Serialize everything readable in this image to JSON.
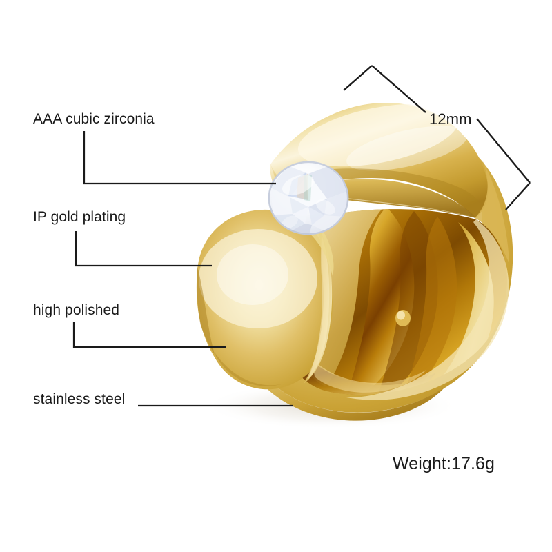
{
  "product": {
    "type": "ring",
    "material_note": "gold plated stainless steel ring with cubic zirconia"
  },
  "annotations": [
    {
      "id": "cz",
      "label": "AAA cubic zirconia"
    },
    {
      "id": "ip",
      "label": "IP gold plating"
    },
    {
      "id": "hp",
      "label": "high polished"
    },
    {
      "id": "ss",
      "label": "stainless steel"
    }
  ],
  "dimension": {
    "label": "12mm"
  },
  "weight": {
    "label": "Weight:17.6g"
  },
  "colors": {
    "background": "#ffffff",
    "leader_line": "#1a1a1a",
    "text": "#1a1a1a",
    "gold_light": "#f7ead0",
    "gold_mid": "#e3c36a",
    "gold_deep": "#c9a033",
    "gold_shadow": "#8b5e10",
    "gold_amber": "#b8760c",
    "gem_white": "#fdfdfd",
    "gem_tint": "#cfd6e6"
  }
}
